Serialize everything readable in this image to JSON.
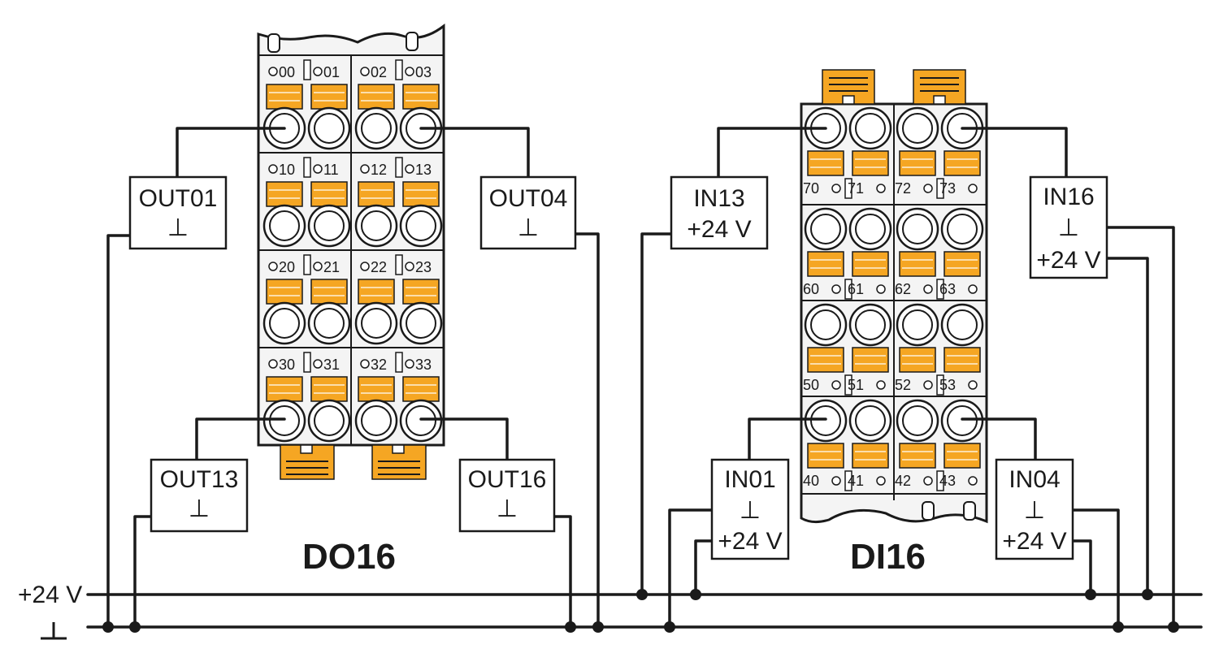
{
  "modules": {
    "do16": {
      "name": "DO16",
      "pins": [
        "00",
        "01",
        "02",
        "03",
        "10",
        "11",
        "12",
        "13",
        "20",
        "21",
        "22",
        "23",
        "30",
        "31",
        "32",
        "33"
      ]
    },
    "di16": {
      "name": "DI16",
      "pins": [
        "70",
        "71",
        "72",
        "73",
        "60",
        "61",
        "62",
        "63",
        "50",
        "51",
        "52",
        "53",
        "40",
        "41",
        "42",
        "43"
      ]
    }
  },
  "loads": {
    "out01": "OUT01",
    "out04": "OUT04",
    "out13": "OUT13",
    "out16": "OUT16"
  },
  "sensors": {
    "in13": "IN13",
    "in16": "IN16",
    "in01": "IN01",
    "in04": "IN04"
  },
  "supply": {
    "plus24": "+24 V",
    "ground": "⊥"
  },
  "colors": {
    "lever": "#f5a623",
    "line": "#1a1a1a"
  }
}
